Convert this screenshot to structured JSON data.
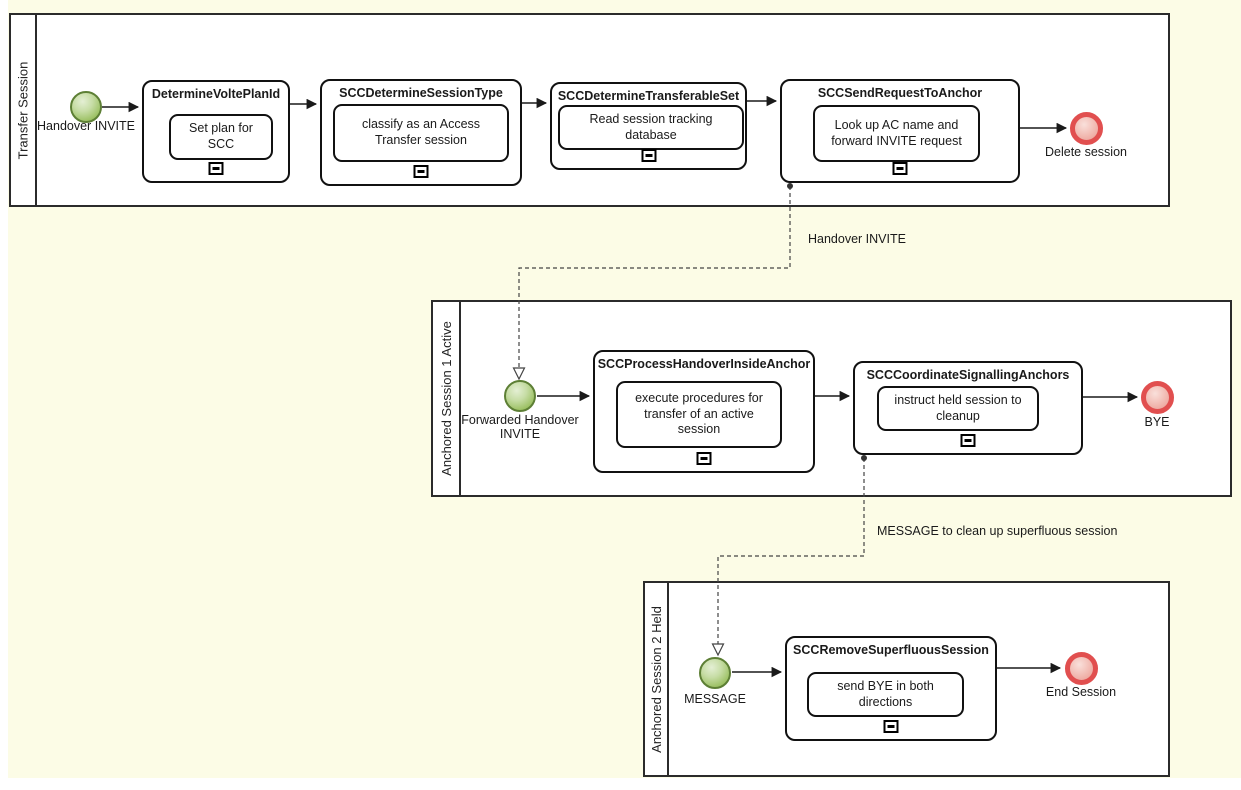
{
  "diagram": {
    "background_color": "#FCFCE6",
    "pool_fill": "#FFFFFF",
    "start_event_border": "#5D7F35",
    "start_event_fill": "#95BC59",
    "end_event_border": "#E14F4F",
    "end_event_fill": "#F2BCB4"
  },
  "pools": [
    {
      "label": "Transfer Session",
      "start_event": {
        "label": "Handover INVITE"
      },
      "end_event": {
        "label": "Delete session"
      },
      "tasks": [
        {
          "title": "DetermineVoltePlanId",
          "note": "Set plan for SCC"
        },
        {
          "title": "SCCDetermineSessionType",
          "note": "classify as an Access Transfer session"
        },
        {
          "title": "SCCDetermineTransferableSet",
          "note": "Read session tracking database"
        },
        {
          "title": "SCCSendRequestToAnchor",
          "note": "Look up AC name and forward INVITE request"
        }
      ]
    },
    {
      "label": "Anchored Session 1 Active",
      "start_event": {
        "label": "Forwarded Handover INVITE"
      },
      "end_event": {
        "label": "BYE"
      },
      "tasks": [
        {
          "title": "SCCProcessHandoverInsideAnchor",
          "note": "execute procedures for transfer of an active session"
        },
        {
          "title": "SCCCoordinateSignallingAnchors",
          "note": "instruct held session to cleanup"
        }
      ]
    },
    {
      "label": "Anchored Session 2 Held",
      "start_event": {
        "label": "MESSAGE"
      },
      "end_event": {
        "label": "End Session"
      },
      "tasks": [
        {
          "title": "SCCRemoveSuperfluousSession",
          "note": "send BYE in both directions"
        }
      ]
    }
  ],
  "message_flows": [
    {
      "label": "Handover INVITE"
    },
    {
      "label": "MESSAGE to clean up superfluous session"
    }
  ]
}
